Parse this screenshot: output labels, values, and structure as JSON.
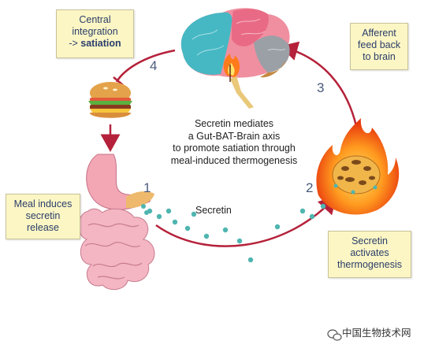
{
  "callouts": {
    "central": {
      "line1": "Central",
      "line2": "integration",
      "line3_prefix": "-> ",
      "line3_bold": "satiation"
    },
    "afferent": {
      "line1": "Afferent",
      "line2": "feed back",
      "line3": "to brain"
    },
    "meal": {
      "line1": "Meal induces",
      "line2": "secretin",
      "line3": "release"
    },
    "activates": {
      "line1": "Secretin",
      "line2": "activates",
      "line3": "thermogenesis"
    }
  },
  "steps": {
    "s1": "1",
    "s2": "2",
    "s3": "3",
    "s4": "4"
  },
  "center_text": [
    "Secretin mediates",
    "a Gut-BAT-Brain axis",
    "to promote satiation through",
    "meal-induced thermogenesis"
  ],
  "secretin_label": "Secretin",
  "watermark": "中国生物技术网",
  "colors": {
    "arrow": "#b5213a",
    "callout_bg": "#fbf6c4",
    "dots": "#4fb5b0",
    "text_blue": "#2c3e6b"
  },
  "icons": [
    "brain-icon",
    "burger-icon",
    "stomach-intestine-icon",
    "brown-fat-flame-icon",
    "wechat-icon"
  ]
}
